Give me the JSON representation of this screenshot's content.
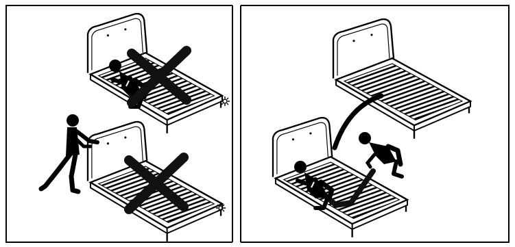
{
  "figure": {
    "panels": [
      {
        "id": "left",
        "steps": [
          {
            "action": "crouching-person-lifting-slat-frame",
            "mark": "prohibited"
          },
          {
            "action": "standing-person-pushing-headboard",
            "mark": "prohibited"
          }
        ]
      },
      {
        "id": "right",
        "steps": [
          {
            "action": "two-people-lifting-slat-frame",
            "mark": "correct"
          }
        ]
      }
    ],
    "colors": {
      "line": "#000000",
      "paper": "#ffffff",
      "mark": "#111111"
    }
  }
}
